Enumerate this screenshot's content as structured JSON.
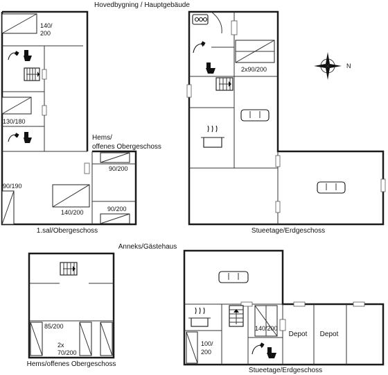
{
  "top_title": "Hovedbygning / Hauptgebäude",
  "annex_title": "Anneks/Gästehaus",
  "floor1": {
    "caption": "1.sal/Obergeschoss",
    "loft_label_1": "Hems/",
    "loft_label_2": "offenes Obergeschoss",
    "bed_140_200_a_1": "140/",
    "bed_140_200_a_2": "200",
    "bed_130_180": "130/180",
    "bed_90_190": "90/190",
    "bed_140_200_b": "140/200",
    "bed_90_200_a": "90/200",
    "bed_90_200_b": "90/200"
  },
  "ground": {
    "caption": "Stueetage/Erdgeschoss",
    "bed_2x90_200": "2x90/200",
    "compass_n": "N"
  },
  "annex_loft": {
    "caption": "Hems/offenes Obergeschoss",
    "bed_85_200": "85/200",
    "bed_2x_1": "2x",
    "bed_2x_2": "70/200"
  },
  "annex_ground": {
    "caption": "Stueetage/Erdgeschoss",
    "bed_140_200": "140/200",
    "bed_100_200_1": "100/",
    "bed_100_200_2": "200",
    "depot_1": "Depot",
    "depot_2": "Depot"
  }
}
